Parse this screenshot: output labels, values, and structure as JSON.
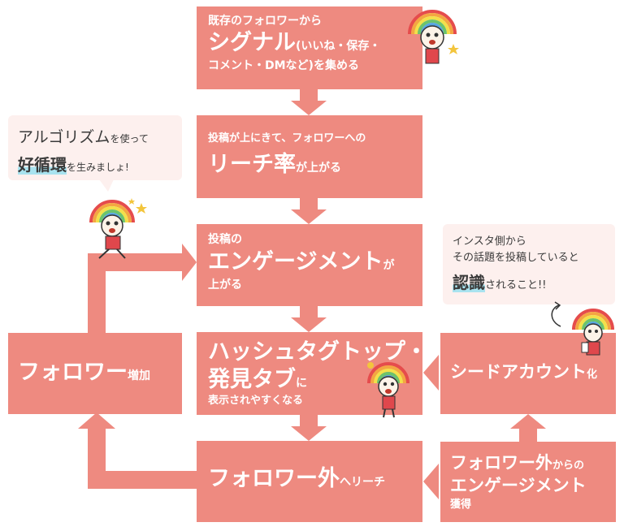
{
  "boxes": {
    "signal": {
      "line1": "既存のフォロワーから",
      "big": "シグナル",
      "rest1": "(いいね・保存・",
      "line3": "コメント・DMなど)を集める"
    },
    "reach": {
      "line1": "投稿が上にきて、フォロワーへの",
      "big": "リーチ率",
      "suffix": "が上がる"
    },
    "engagement": {
      "line1": "投稿の",
      "big": "エンゲージメント",
      "suffix": "が",
      "line3": "上がる"
    },
    "hashtag": {
      "big1": "ハッシュタグトップ・",
      "big2": "発見タブ",
      "suffix": "に",
      "line3": "表示されやすくなる"
    },
    "follower_increase": {
      "big": "フォロワー",
      "suffix": "増加"
    },
    "outside_reach": {
      "big": "フォロワー外",
      "suffix": "へリーチ"
    },
    "outside_engagement": {
      "big1": "フォロワー外",
      "suffix1": "からの",
      "big2": "エンゲージメント",
      "line3": "獲得"
    },
    "seed_account": {
      "big": "シードアカウント",
      "suffix": "化"
    }
  },
  "bubbles": {
    "algorithm": {
      "part1": "アルゴリズム",
      "part2": "を使って",
      "highlight": "好循環",
      "part3": "を生みましょ!"
    },
    "recognition": {
      "line1": "インスタ側から",
      "line2": "その話題を投稿していると",
      "highlight": "認識",
      "part3": "されること!!"
    }
  },
  "colors": {
    "box": "#ee8a80",
    "bubble": "#fdf0ee",
    "highlight": "#a9e3ef",
    "text_dark": "#3a3a3a"
  }
}
